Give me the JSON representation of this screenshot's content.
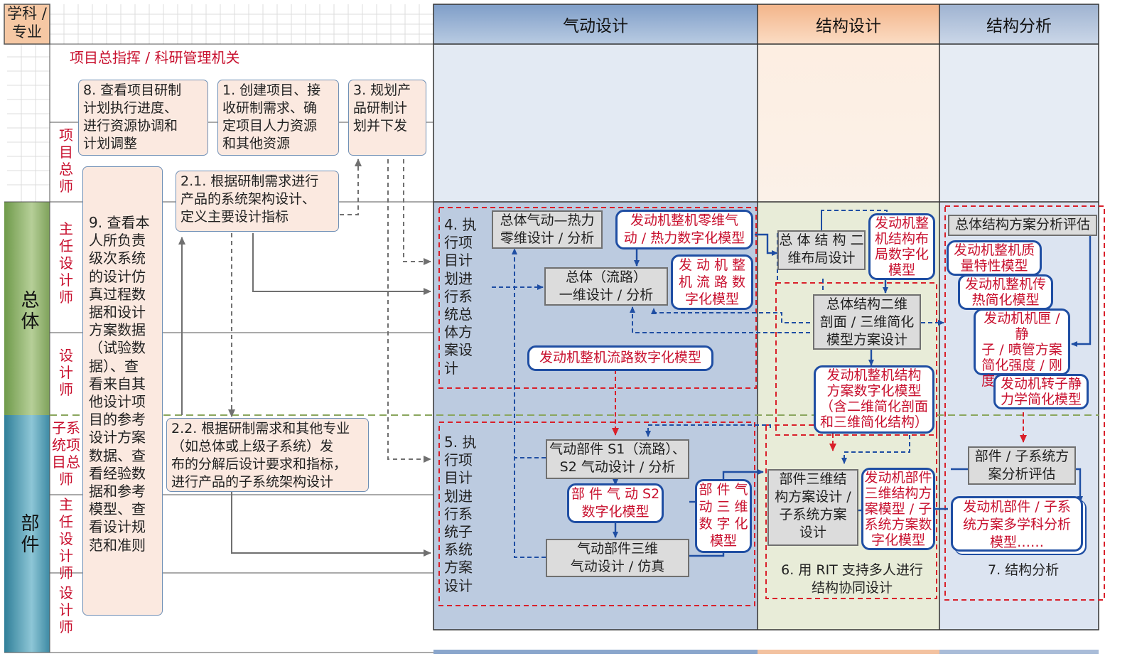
{
  "header": {
    "corner": "学科 /\n专业",
    "col_aero": "气动设计",
    "col_struct": "结构设计",
    "col_analysis": "结构分析"
  },
  "left": {
    "command_title": "项目总指挥 / 科研管理机关",
    "band_overall": "总体",
    "band_component": "部件",
    "role_chief": "项\n目\n总\n师",
    "role_main1": "主\n任\n设\n计\n师",
    "role_designer1": "设\n计\n师",
    "role_subsys": "子系\n统项\n目总\n师",
    "role_main2": "主\n任\n设\n计\n师",
    "role_designer2": "设\n计\n师"
  },
  "steps": {
    "s8": "8. 查看项目研制\n计划执行进度、\n进行资源协调和\n计划调整",
    "s1": "1. 创建项目、接\n收研制需求、确\n定项目人力资源\n和其他资源",
    "s3": "3. 规划产\n品研制计\n划并下发",
    "s21": "2.1. 根据研制需求进行\n产品的系统架构设计、\n定义主要设计指标",
    "s9": "9. 查看本\n人所负责\n级次系统\n的设计仿\n真过程数\n据和设计\n方案数据\n（试验数\n据）、查\n看来自其\n他设计项\n目的参考\n设计方案\n数据、查\n看经验数\n据和参考\n模型、查\n看设计规\n范和准则",
    "s22": "2.2. 根据研制需求和其他专业\n（如总体或上级子系统）发\n布的分解后设计要求和指标，\n进行产品的子系统架构设计",
    "s4": "4. 执\n行项\n目计\n划进\n行系\n统总\n体方\n案设\n计",
    "s5": "5. 执\n行项\n目计\n划进\n行系\n统子\n系统\n方案\n设计",
    "s6": "6. 用 RIT 支持多人进行\n结构协同设计",
    "s7": "7. 结构分析"
  },
  "aero": {
    "thermo": "总体气动—热力\n零维设计 / 分析",
    "model_zero": "发动机整机零维气\n动 / 热力数字化模型",
    "one_dim": "总体（流路）\n一维设计 / 分析",
    "model_flowpath_num": "发 动 机 整\n机 流 路 数\n字化模型",
    "model_flowpath": "发动机整机流路数字化模型",
    "comp_s1s2": "气动部件 S1（流路）、\nS2 气动设计 / 分析",
    "model_s2": "部 件 气 动 S2\n数字化模型",
    "model_3d": "部 件 气\n动 三 维\n数 字 化\n模型",
    "comp_3d": "气动部件三维\n气动设计 / 仿真"
  },
  "struct": {
    "layout2d": "总 体 结 构 二\n维布局设计",
    "model_layout": "发动机整\n机结构布\n局数字化\n模型",
    "section": "总体结构二维\n剖面 / 三维简化\n模型方案设计",
    "model_scheme": "发动机整机结构\n方案数字化模型\n（含二维简化剖面\n和三维简化结构）",
    "comp3d": "部件三维结\n构方案设计 /\n子系统方案\n设计",
    "model_comp3d": "发动机部件\n三维结构方\n案模型 / 子\n系统方案数\n字化模型"
  },
  "analysis": {
    "overall_eval": "总体结构方案分析评估",
    "mass": "发动机整机质\n量特性模型",
    "heat": "发动机整机传\n热简化模型",
    "casing": "发动机机匣 / 静\n子 / 喷管方案\n简化强度 / 刚\n度有限元模型",
    "rotor": "发动机转子静\n力学简化模型",
    "comp_eval": "部件 / 子系统方\n案分析评估",
    "multi": "发动机部件 / 子系\n统方案多学科分析\n模型……"
  },
  "colors": {
    "aero_header": "#9fb6d6",
    "struct_header": "#f6c8a4",
    "analysis_header": "#b9c9de",
    "band_overall": "#a9bf8a",
    "band_component": "#5d9fb5",
    "arrow_blue": "#1f4ea3",
    "frame_red": "#d9202a"
  }
}
